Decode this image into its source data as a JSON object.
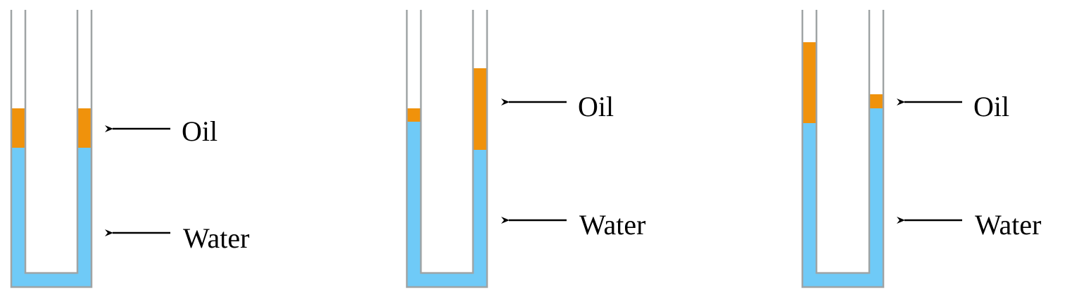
{
  "colors": {
    "background": "#ffffff",
    "water": "#6fcaf7",
    "oil": "#f0920b",
    "tube_wall": "#9fa4a5",
    "arrow": "#000000",
    "text": "#000000"
  },
  "labels": {
    "oil": "Oil",
    "water": "Water"
  },
  "figure": {
    "tubes": [
      {
        "name": "tube-1",
        "oil_label": "Oil",
        "water_label": "Water"
      },
      {
        "name": "tube-2",
        "oil_label": "Oil",
        "water_label": "Water"
      },
      {
        "name": "tube-3",
        "oil_label": "Oil",
        "water_label": "Water"
      }
    ]
  }
}
